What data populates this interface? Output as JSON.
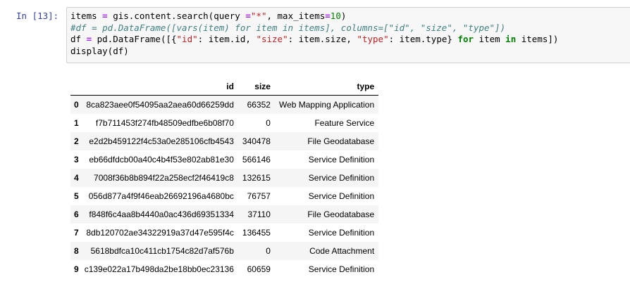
{
  "cell": {
    "prompt": "In [13]:",
    "code_lines": [
      [
        {
          "t": "items ",
          "c": ""
        },
        {
          "t": "=",
          "c": "op"
        },
        {
          "t": " gis.content.search(query ",
          "c": ""
        },
        {
          "t": "=",
          "c": "op"
        },
        {
          "t": "\"*\"",
          "c": "str"
        },
        {
          "t": ", max_items",
          "c": ""
        },
        {
          "t": "=",
          "c": "op"
        },
        {
          "t": "10",
          "c": "num"
        },
        {
          "t": ")",
          "c": ""
        }
      ],
      [
        {
          "t": "#df = pd.DataFrame([vars(item) for item in items], columns=[\"id\", \"size\", \"type\"])",
          "c": "cm"
        }
      ],
      [
        {
          "t": "df ",
          "c": ""
        },
        {
          "t": "=",
          "c": "op"
        },
        {
          "t": " pd.DataFrame([{",
          "c": ""
        },
        {
          "t": "\"id\"",
          "c": "str"
        },
        {
          "t": ": item.id, ",
          "c": ""
        },
        {
          "t": "\"size\"",
          "c": "str"
        },
        {
          "t": ": item.size, ",
          "c": ""
        },
        {
          "t": "\"type\"",
          "c": "str"
        },
        {
          "t": ": item.type} ",
          "c": ""
        },
        {
          "t": "for",
          "c": "kw"
        },
        {
          "t": " item ",
          "c": ""
        },
        {
          "t": "in",
          "c": "kw"
        },
        {
          "t": " items])",
          "c": ""
        }
      ],
      [
        {
          "t": "display(df)",
          "c": ""
        }
      ]
    ]
  },
  "output": {
    "columns": [
      "",
      "id",
      "size",
      "type"
    ],
    "rows": [
      {
        "index": "0",
        "id": "8ca823aee0f54095aa2aea60d66259dd",
        "size": "66352",
        "type": "Web Mapping Application"
      },
      {
        "index": "1",
        "id": "f7b711453f274fb48509edfbe6b08f70",
        "size": "0",
        "type": "Feature Service"
      },
      {
        "index": "2",
        "id": "e2d2b459122f4c53a0e285106cfb4543",
        "size": "340478",
        "type": "File Geodatabase"
      },
      {
        "index": "3",
        "id": "eb66dfdcb00a40c4b4f53e802ab81e30",
        "size": "566146",
        "type": "Service Definition"
      },
      {
        "index": "4",
        "id": "7008f36b8b894f22a258ecf2f46419c8",
        "size": "132615",
        "type": "Service Definition"
      },
      {
        "index": "5",
        "id": "056d877a4f9f46eab26692196a4680bc",
        "size": "76757",
        "type": "Service Definition"
      },
      {
        "index": "6",
        "id": "f848f6c4aa8b4440a0ac436d69351334",
        "size": "37110",
        "type": "File Geodatabase"
      },
      {
        "index": "7",
        "id": "8db120702ae34322919a37d47e595f4c",
        "size": "136455",
        "type": "Service Definition"
      },
      {
        "index": "8",
        "id": "5618bdfca10c411cb1754c82d7af576b",
        "size": "0",
        "type": "Code Attachment"
      },
      {
        "index": "9",
        "id": "c139e022a17b498da2be18bb0ec23136",
        "size": "60659",
        "type": "Service Definition"
      }
    ]
  },
  "colors": {
    "prompt": "#303f9f",
    "code_bg": "#f7f7f7",
    "code_border": "#cfcfcf",
    "operator": "#aa22ff",
    "string": "#ba2121",
    "number": "#008000",
    "keyword": "#008000",
    "comment": "#408080",
    "row_stripe": "#f5f5f5"
  }
}
